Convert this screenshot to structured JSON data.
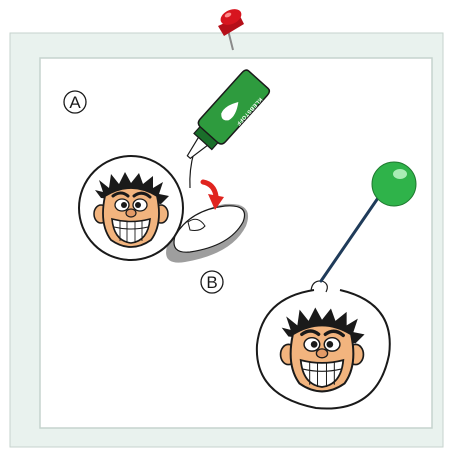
{
  "steps": {
    "a": {
      "label": "A"
    },
    "b": {
      "label": "B"
    }
  },
  "glue_bottle": {
    "brand": "KLEBSTOFF"
  },
  "icons": [
    "push-pin-icon",
    "glue-bottle-icon",
    "curved-arrow-icon",
    "green-pin-icon",
    "cartoon-face-icon"
  ],
  "colors": {
    "board_background": "#e9f2ee",
    "board_border": "#c6d3cd",
    "paper": "#ffffff",
    "glue_bottle": "#2e9b3e",
    "arrow": "#e0241f",
    "pin_red": "#d7151f",
    "pin_green": "#2fb34a",
    "face_skin": "#f2b47e",
    "hair": "#1a1a1a",
    "shadow": "#9e9e9e"
  }
}
